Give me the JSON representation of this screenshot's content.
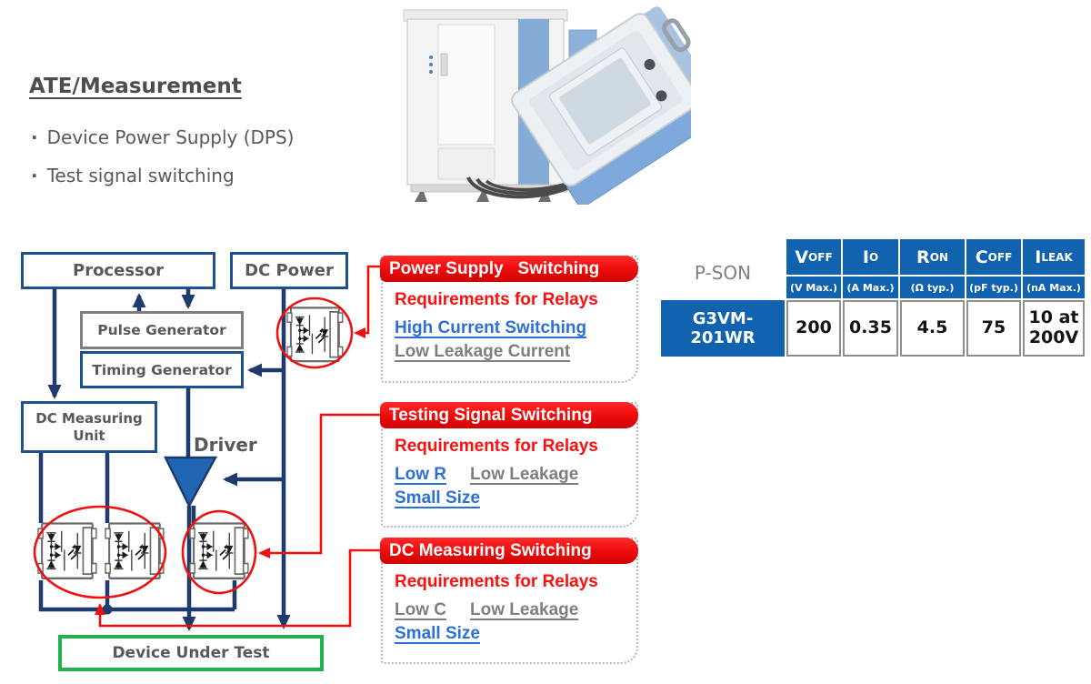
{
  "colors": {
    "navy": "#1f3a6d",
    "box_blue": "#1d4f91",
    "ink_gray": "#595959",
    "red": "#ee1010",
    "green": "#22b14c",
    "link_blue": "#2b70d8",
    "link_gray": "#7f7f7f",
    "table_blue": "#1163af",
    "driver_blue": "#2166b2"
  },
  "header": {
    "title": "ATE/Measurement",
    "bullets": [
      "Device Power Supply (DPS)",
      "Test signal switching"
    ]
  },
  "diagram": {
    "blocks": {
      "processor": "Processor",
      "dc_power": "DC Power",
      "pulse_generator": "Pulse Generator",
      "timing_generator": "Timing Generator",
      "dc_measuring_unit": "DC Measuring\nUnit",
      "driver": "Driver",
      "device_under_test": "Device Under Test"
    }
  },
  "callouts": [
    {
      "title": "Power Supply   Switching",
      "subtitle": "Requirements for Relays",
      "link_lines": [
        [
          {
            "text": "High Current Switching",
            "color": "blue"
          }
        ],
        [
          {
            "text": "Low Leakage Current",
            "color": "gray"
          }
        ]
      ]
    },
    {
      "title": "Testing Signal Switching",
      "subtitle": "Requirements for Relays",
      "link_lines": [
        [
          {
            "text": "Low R",
            "color": "blue"
          },
          {
            "text": "Low Leakage",
            "color": "gray"
          }
        ],
        [
          {
            "text": "Small Size",
            "color": "blue"
          }
        ]
      ]
    },
    {
      "title": "DC Measuring Switching",
      "subtitle": "Requirements for Relays",
      "link_lines": [
        [
          {
            "text": "Low C",
            "color": "gray"
          },
          {
            "text": "Low Leakage",
            "color": "gray"
          }
        ],
        [
          {
            "text": "Small Size",
            "color": "blue"
          }
        ]
      ]
    }
  ],
  "table": {
    "product_label": "P-SON",
    "row_header": "G3VM-201WR",
    "columns": [
      {
        "symbol": "V",
        "sub": "OFF",
        "unit": "(V Max.)"
      },
      {
        "symbol": "I",
        "sub": "O",
        "unit": "(A Max.)"
      },
      {
        "symbol": "R",
        "sub": "ON",
        "unit": "(Ω typ.)"
      },
      {
        "symbol": "C",
        "sub": "OFF",
        "unit": "(pF typ.)"
      },
      {
        "symbol": "I",
        "sub": "LEAK",
        "unit": "(nA Max.)"
      }
    ],
    "values": [
      "200",
      "0.35",
      "4.5",
      "75",
      "10 at 200V"
    ]
  }
}
